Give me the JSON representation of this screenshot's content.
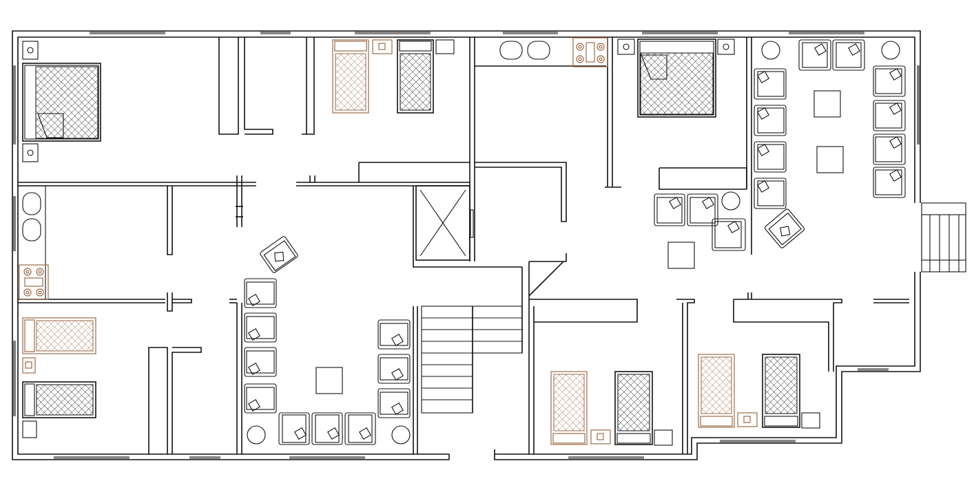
{
  "drawing": {
    "type": "architectural floor plan",
    "view": "top view",
    "colors": {
      "line": "#111111",
      "accent": "#9b6a47",
      "background": "#ffffff"
    }
  },
  "rooms": [
    {
      "id": "bedroom-nw",
      "furniture": [
        "double-bed",
        "side-table",
        "side-table"
      ]
    },
    {
      "id": "bedroom-n-twin",
      "furniture": [
        "single-bed",
        "single-bed",
        "side-table",
        "side-table"
      ]
    },
    {
      "id": "kitchen-w",
      "furniture": [
        "double-sink",
        "cooktop"
      ]
    },
    {
      "id": "bedroom-sw",
      "furniture": [
        "single-bed",
        "single-bed",
        "side-table",
        "side-table"
      ]
    },
    {
      "id": "living-w",
      "furniture": [
        "armchair-x12",
        "coffee-table",
        "round-table-x2"
      ]
    },
    {
      "id": "stair-core",
      "furniture": [
        "stair",
        "lift-shaft"
      ]
    },
    {
      "id": "kitchen-e",
      "furniture": [
        "double-sink",
        "cooktop"
      ]
    },
    {
      "id": "bedroom-ne",
      "furniture": [
        "double-bed",
        "side-table",
        "side-table"
      ]
    },
    {
      "id": "living-e",
      "furniture": [
        "armchair-x16",
        "coffee-table-x3",
        "round-table-x3"
      ]
    },
    {
      "id": "bedroom-se-1",
      "furniture": [
        "single-bed",
        "single-bed",
        "side-table",
        "side-table"
      ]
    },
    {
      "id": "bedroom-se-2",
      "furniture": [
        "single-bed",
        "single-bed",
        "side-table",
        "side-table"
      ]
    },
    {
      "id": "entrance-steps-e",
      "furniture": [
        "steps"
      ]
    }
  ]
}
